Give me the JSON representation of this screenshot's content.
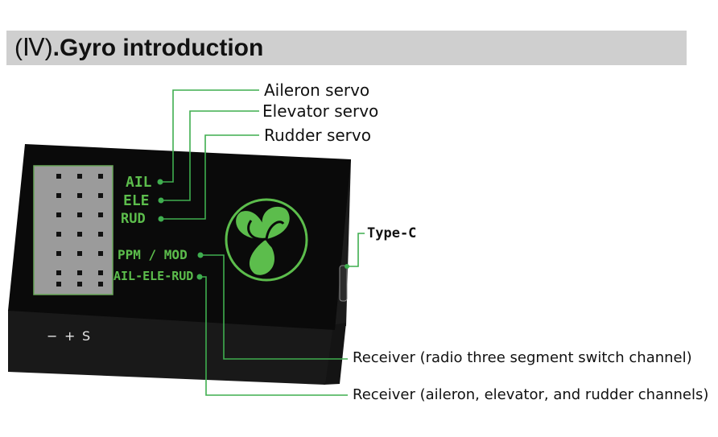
{
  "header": {
    "numeral": "(Ⅳ)",
    "title": ".Gyro introduction"
  },
  "device": {
    "port_labels": {
      "ail": "AIL",
      "ele": "ELE",
      "rud": "RUD",
      "ppm": "PPM / MOD",
      "ail_ele_rud": "AIL-ELE-RUD"
    },
    "pin_labels": [
      "−",
      "+",
      "S"
    ]
  },
  "callouts": {
    "aileron": "Aileron servo",
    "elevator": "Elevator servo",
    "rudder": "Rudder servo",
    "typec": "Type-C",
    "receiver_switch": "Receiver (radio three segment switch channel)",
    "receiver_channels": "Receiver (aileron, elevator, and rudder channels)"
  },
  "colors": {
    "accent_green": "#5cbd4c",
    "leader_green": "#3fae4f",
    "header_gray": "#cfcfcf",
    "device_body": "#101010"
  }
}
